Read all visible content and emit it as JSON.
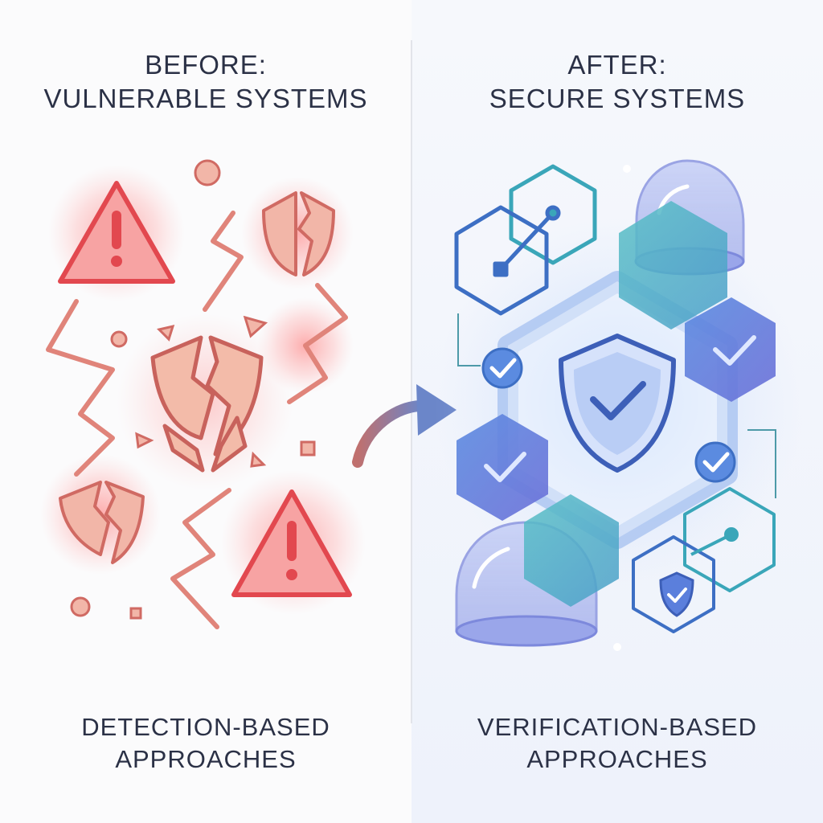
{
  "left": {
    "title_line1": "BEFORE:",
    "title_line2": "VULNERABLE SYSTEMS",
    "caption_line1": "DETECTION-BASED",
    "caption_line2": "APPROACHES"
  },
  "right": {
    "title_line1": "AFTER:",
    "title_line2": "SECURE SYSTEMS",
    "caption_line1": "VERIFICATION-BASED",
    "caption_line2": "APPROACHES"
  },
  "colors": {
    "danger": "#e2484f",
    "broken": "#d9776f",
    "secure_blue": "#4a6fd6",
    "secure_teal": "#3aa6b9",
    "text": "#2b3146"
  },
  "icons": [
    "warning-icon",
    "broken-shield-icon",
    "lightning-crack-icon",
    "arrow-icon",
    "shield-check-icon",
    "hexagon-link-icon",
    "dome-icon",
    "check-badge-icon"
  ]
}
